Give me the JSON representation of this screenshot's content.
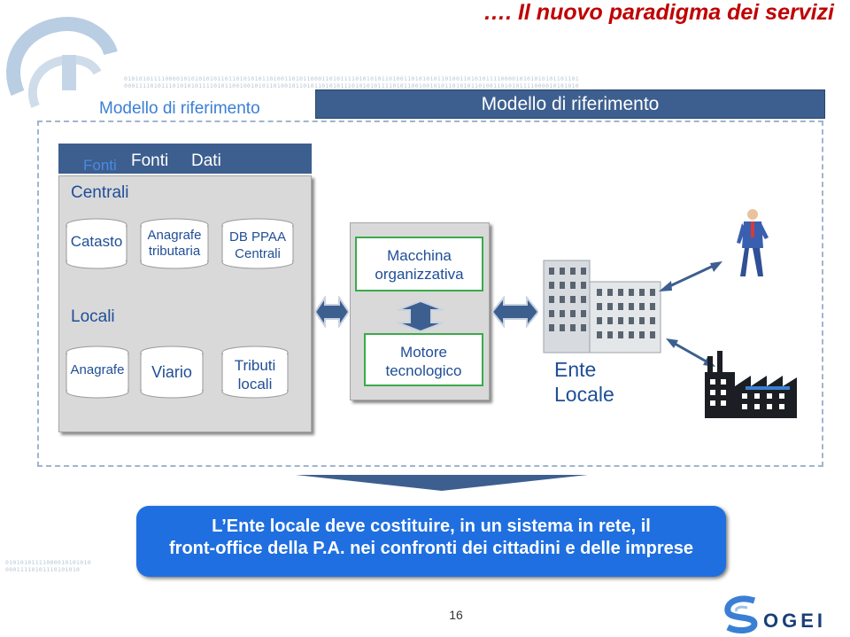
{
  "slide": {
    "title": "…. Il nuovo paradigma dei servizi",
    "page_number": "16"
  },
  "decor": {
    "binary_row_1": "01010101111000010101010101101101010101101001101011000110101111010101011010011010101011010011010101111000010101010101101101",
    "binary_row_2": "00011110101110101010111101011001001010110100101101011010101110101010111101011001001010110101011010011010101111000010101010",
    "binary_row_3": "01010101111000010101010",
    "binary_row_4": "00011110101110101010"
  },
  "model": {
    "ghost_label": "Modello di riferimento",
    "header": "Modello di riferimento"
  },
  "sources": {
    "header_ghost": "Fonti",
    "header_main": "Fonti",
    "header_data": "Dati",
    "central_label": "Centrali",
    "local_label": "Locali",
    "central_dbs": [
      {
        "line1": "Catasto",
        "line2": ""
      },
      {
        "line1": "Anagrafe",
        "line2": "tributaria"
      },
      {
        "line1": "DB PPAA",
        "line2": "Centrali"
      }
    ],
    "local_dbs": [
      {
        "line1": "Anagrafe",
        "line2": ""
      },
      {
        "line1": "Viario",
        "line2": ""
      },
      {
        "line1": "Tributi",
        "line2": "locali"
      }
    ]
  },
  "center": {
    "macchina_line1": "Macchina",
    "macchina_line2": "organizzativa",
    "motore_line1": "Motore",
    "motore_line2": "tecnologico"
  },
  "ente": {
    "line1": "Ente",
    "line2": "Locale"
  },
  "message": {
    "line1": "L’Ente locale deve costituire, in un sistema in rete, il",
    "line2": "front-office della P.A. nei confronti dei cittadini e delle imprese"
  },
  "logo": {
    "text": "OGEI"
  },
  "colors": {
    "title_red": "#c00000",
    "header_blue": "#3d5f8f",
    "text_blue": "#1f4e96",
    "box_green": "#3aaa4a",
    "bubble_blue": "#1f6fe0"
  }
}
